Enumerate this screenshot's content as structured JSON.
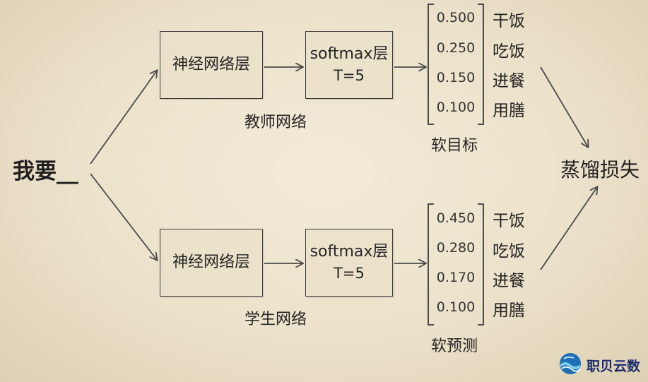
{
  "input": "我要__",
  "teacher": {
    "box1": "神经网络层",
    "box2_line1": "softmax层",
    "box2_line2": "T=5",
    "network_label": "教师网络",
    "values": [
      "0.500",
      "0.250",
      "0.150",
      "0.100"
    ],
    "target_label": "软目标"
  },
  "student": {
    "box1": "神经网络层",
    "box2_line1": "softmax层",
    "box2_line2": "T=5",
    "network_label": "学生网络",
    "values": [
      "0.450",
      "0.280",
      "0.170",
      "0.100"
    ],
    "prediction_label": "软预测"
  },
  "words": [
    "干饭",
    "吃饭",
    "进餐",
    "用膳"
  ],
  "loss_label": "蒸馏损失",
  "watermark": {
    "text": "职贝云数",
    "icon": "wave-globe-icon"
  }
}
